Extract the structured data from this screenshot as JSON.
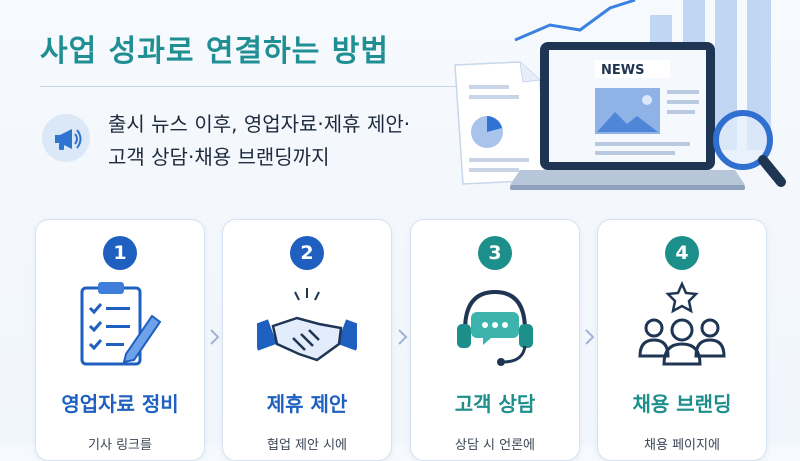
{
  "header": {
    "title": "사업 성과로 연결하는 방법"
  },
  "callout": {
    "icon": "megaphone-icon",
    "line1": "출시 뉴스 이후, 영업자료·제휴 제안·",
    "line2": "고객 상담·채용 브랜딩까지"
  },
  "hero": {
    "news_label": "NEWS"
  },
  "steps": [
    {
      "number": "1",
      "title": "영업자료 정비",
      "subtitle": "기사 링크를",
      "icon": "clipboard-checklist-icon",
      "color": "#1e5fbf",
      "title_color": "#1e5fbf"
    },
    {
      "number": "2",
      "title": "제휴 제안",
      "subtitle": "협업 제안 시에",
      "icon": "handshake-icon",
      "color": "#1e5fbf",
      "title_color": "#1e5fbf"
    },
    {
      "number": "3",
      "title": "고객 상담",
      "subtitle": "상담 시 언론에",
      "icon": "headset-chat-icon",
      "color": "#1c8f8a",
      "title_color": "#1c8f8a"
    },
    {
      "number": "4",
      "title": "채용 브랜딩",
      "subtitle": "채용 페이지에",
      "icon": "team-star-icon",
      "color": "#1c8f8a",
      "title_color": "#1c8f8a"
    }
  ]
}
